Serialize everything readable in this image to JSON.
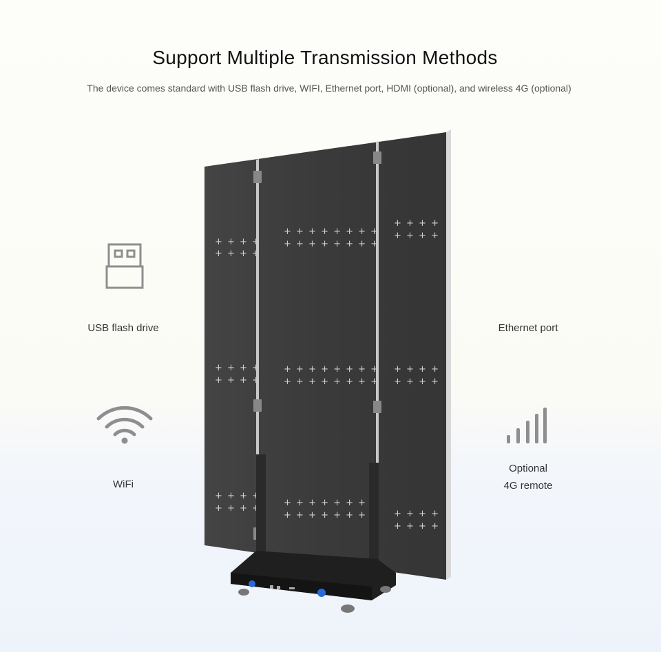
{
  "header": {
    "title": "Support Multiple Transmission Methods",
    "subtitle": "The device comes standard with USB flash drive, WIFI, Ethernet port, HDMI (optional), and wireless 4G (optional)"
  },
  "features": {
    "usb": {
      "label": "USB flash drive",
      "icon": "usb-drive-icon"
    },
    "ethernet": {
      "label": "Ethernet port",
      "icon": "ethernet-icon"
    },
    "wifi": {
      "label": "WiFi",
      "icon": "wifi-icon"
    },
    "remote4g": {
      "label_line1": "Optional",
      "label_line2": "4G remote",
      "icon": "signal-bars-icon"
    }
  },
  "colors": {
    "icon_gray": "#8e8e8e",
    "panel_dark": "#3d3d3d",
    "panel_frame": "#c9c9c9"
  }
}
